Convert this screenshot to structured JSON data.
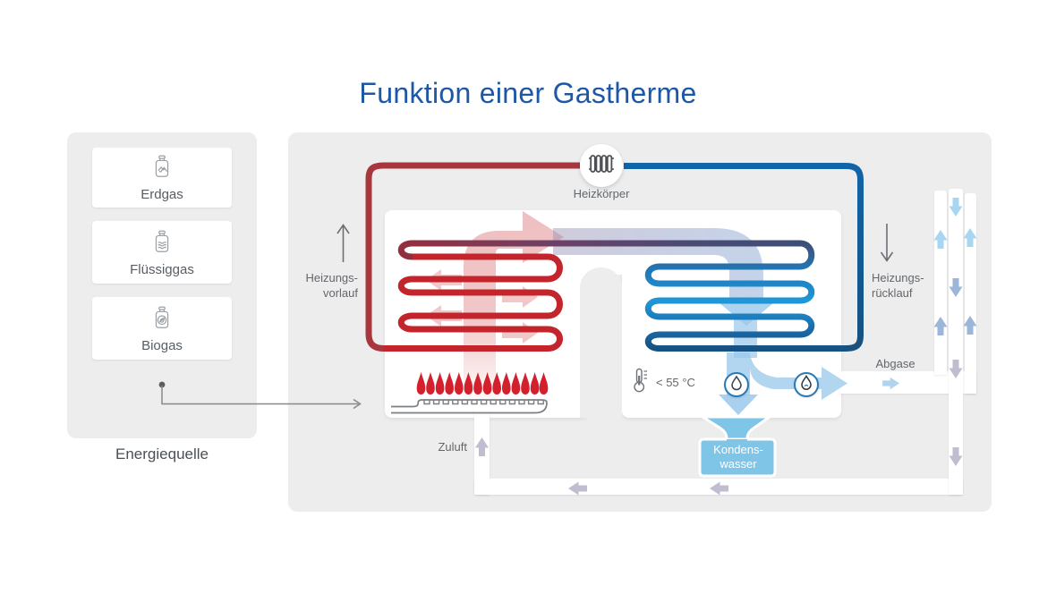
{
  "title": "Funktion einer Gastherme",
  "energy_panel": {
    "caption": "Energiequelle",
    "sources": [
      {
        "label": "Erdgas",
        "icon": "gas-bottle-mountains-icon"
      },
      {
        "label": "Flüssiggas",
        "icon": "gas-bottle-waves-icon"
      },
      {
        "label": "Biogas",
        "icon": "gas-bottle-leaf-icon"
      }
    ]
  },
  "labels": {
    "radiator": "Heizkörper",
    "supply_1": "Heizungs-",
    "supply_2": "vorlauf",
    "return_1": "Heizungs-",
    "return_2": "rücklauf",
    "temperature": "< 55 °C",
    "exhaust": "Abgase",
    "intake": "Zuluft",
    "condensate_1": "Kondens-",
    "condensate_2": "wasser"
  },
  "icons": {
    "radiator": "radiator-icon",
    "thermometer": "thermometer-icon",
    "water_drop": "water-drop-icon",
    "gas_flame": "gas-flame-icon"
  },
  "colors": {
    "title_blue": "#1d57a5",
    "panel_gray": "#ededee",
    "pipe_red": "#c4242b",
    "pipe_red_dark": "#a8373d",
    "pipe_blue_bright": "#1f97d8",
    "pipe_navy": "#175181",
    "flame_red": "#d2212c",
    "condensate_blue": "#7ec5e8",
    "flow_light_blue": "#9fcae9",
    "flow_lavender": "#c1bdd0",
    "label_gray": "#63676b"
  }
}
